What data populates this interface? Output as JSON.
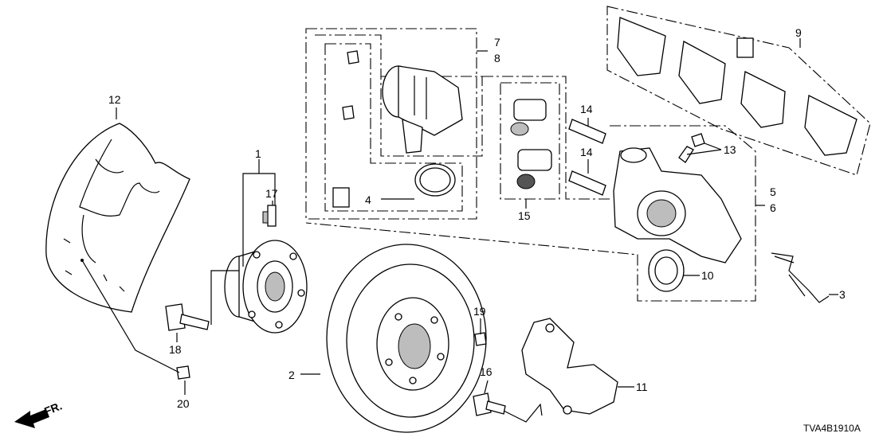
{
  "diagram_code": "TVA4B1910A",
  "direction_label": "FR.",
  "callouts": [
    {
      "id": "c1",
      "text": "1"
    },
    {
      "id": "c2",
      "text": "2"
    },
    {
      "id": "c3",
      "text": "3"
    },
    {
      "id": "c4",
      "text": "4"
    },
    {
      "id": "c5",
      "text": "5"
    },
    {
      "id": "c6",
      "text": "6"
    },
    {
      "id": "c7",
      "text": "7"
    },
    {
      "id": "c8",
      "text": "8"
    },
    {
      "id": "c9",
      "text": "9"
    },
    {
      "id": "c10",
      "text": "10"
    },
    {
      "id": "c11",
      "text": "11"
    },
    {
      "id": "c12",
      "text": "12"
    },
    {
      "id": "c13",
      "text": "13"
    },
    {
      "id": "c14a",
      "text": "14"
    },
    {
      "id": "c14b",
      "text": "14"
    },
    {
      "id": "c15",
      "text": "15"
    },
    {
      "id": "c16",
      "text": "16"
    },
    {
      "id": "c17",
      "text": "17"
    },
    {
      "id": "c18",
      "text": "18"
    },
    {
      "id": "c19",
      "text": "19"
    },
    {
      "id": "c20",
      "text": "20"
    }
  ]
}
